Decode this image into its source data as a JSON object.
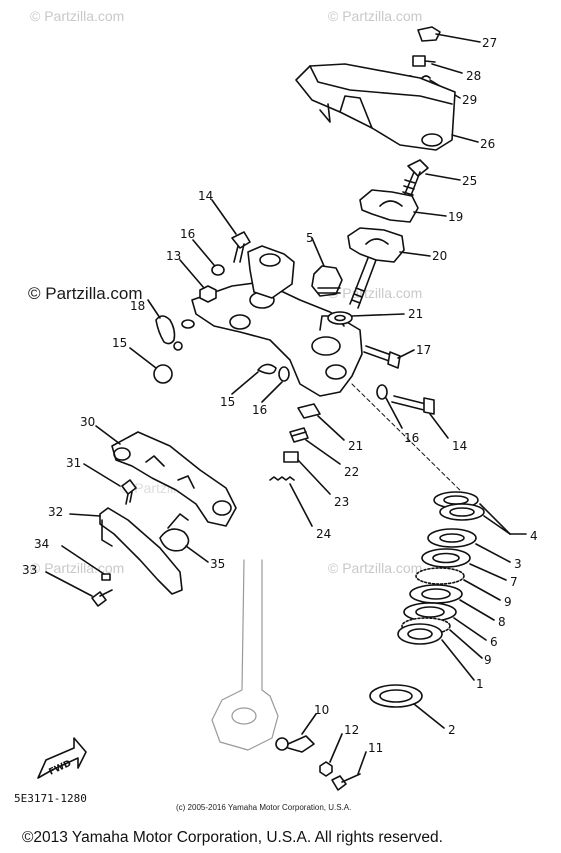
{
  "watermarks": {
    "small": [
      "© Partzilla.com",
      "© Partzilla.com",
      "© Partzilla.com",
      "© Partzilla.com",
      "© Partzilla.com",
      "© Partzilla.com"
    ],
    "main": "© Partzilla.com"
  },
  "parts": [
    {
      "id": "label-27",
      "text": "27"
    },
    {
      "id": "label-28",
      "text": "28"
    },
    {
      "id": "label-29",
      "text": "29"
    },
    {
      "id": "label-26",
      "text": "26"
    },
    {
      "id": "label-25",
      "text": "25"
    },
    {
      "id": "label-19",
      "text": "19"
    },
    {
      "id": "label-20",
      "text": "20"
    },
    {
      "id": "label-14a",
      "text": "14"
    },
    {
      "id": "label-16a",
      "text": "16"
    },
    {
      "id": "label-13",
      "text": "13"
    },
    {
      "id": "label-5",
      "text": "5"
    },
    {
      "id": "label-18",
      "text": "18"
    },
    {
      "id": "label-21a",
      "text": "21"
    },
    {
      "id": "label-15a",
      "text": "15"
    },
    {
      "id": "label-17",
      "text": "17"
    },
    {
      "id": "label-15b",
      "text": "15"
    },
    {
      "id": "label-16b",
      "text": "16"
    },
    {
      "id": "label-16c",
      "text": "16"
    },
    {
      "id": "label-14b",
      "text": "14"
    },
    {
      "id": "label-21b",
      "text": "21"
    },
    {
      "id": "label-22",
      "text": "22"
    },
    {
      "id": "label-23",
      "text": "23"
    },
    {
      "id": "label-24",
      "text": "24"
    },
    {
      "id": "label-30",
      "text": "30"
    },
    {
      "id": "label-31",
      "text": "31"
    },
    {
      "id": "label-32",
      "text": "32"
    },
    {
      "id": "label-35",
      "text": "35"
    },
    {
      "id": "label-34",
      "text": "34"
    },
    {
      "id": "label-33",
      "text": "33"
    },
    {
      "id": "label-4",
      "text": "4"
    },
    {
      "id": "label-3",
      "text": "3"
    },
    {
      "id": "label-7",
      "text": "7"
    },
    {
      "id": "label-9a",
      "text": "9"
    },
    {
      "id": "label-8",
      "text": "8"
    },
    {
      "id": "label-6",
      "text": "6"
    },
    {
      "id": "label-9b",
      "text": "9"
    },
    {
      "id": "label-1",
      "text": "1"
    },
    {
      "id": "label-2",
      "text": "2"
    },
    {
      "id": "label-10",
      "text": "10"
    },
    {
      "id": "label-12",
      "text": "12"
    },
    {
      "id": "label-11",
      "text": "11"
    }
  ],
  "fwd_label": "FWD",
  "diagram_code": "5E3171-1280",
  "inner_copyright": "(c) 2005-2016 Yamaha Motor Corporation, U.S.A.",
  "footer_copyright": "©2013 Yamaha Motor Corporation, U.S.A. All rights reserved."
}
